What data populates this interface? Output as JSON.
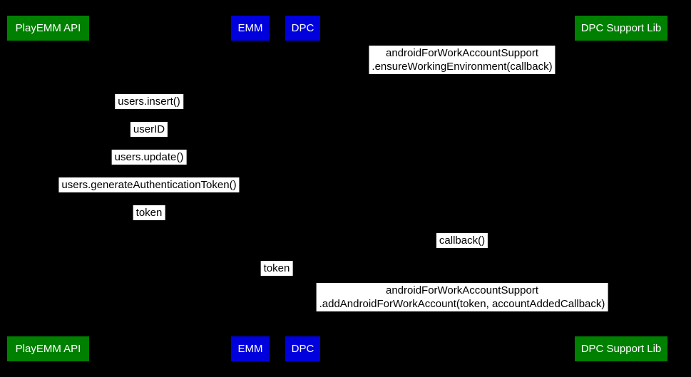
{
  "colors": {
    "background": "#000000",
    "participant_green": "#008000",
    "participant_blue": "#0000dd",
    "participant_text": "#ffffff",
    "message_bg": "#ffffff",
    "message_text": "#000000"
  },
  "participants": [
    {
      "label": "PlayEMM API",
      "color": "#008000"
    },
    {
      "label": "EMM",
      "color": "#0000dd"
    },
    {
      "label": "DPC",
      "color": "#0000dd"
    },
    {
      "label": "DPC Support Lib",
      "color": "#008000"
    }
  ],
  "messages": [
    {
      "lines": [
        "androidForWorkAccountSupport",
        ".ensureWorkingEnvironment(callback)"
      ]
    },
    {
      "lines": [
        "users.insert()"
      ]
    },
    {
      "lines": [
        "userID"
      ]
    },
    {
      "lines": [
        "users.update()"
      ]
    },
    {
      "lines": [
        "users.generateAuthenticationToken()"
      ]
    },
    {
      "lines": [
        "token"
      ]
    },
    {
      "lines": [
        "callback()"
      ]
    },
    {
      "lines": [
        "token"
      ]
    },
    {
      "lines": [
        "androidForWorkAccountSupport",
        ".addAndroidForWorkAccount(token, accountAddedCallback)"
      ]
    }
  ]
}
